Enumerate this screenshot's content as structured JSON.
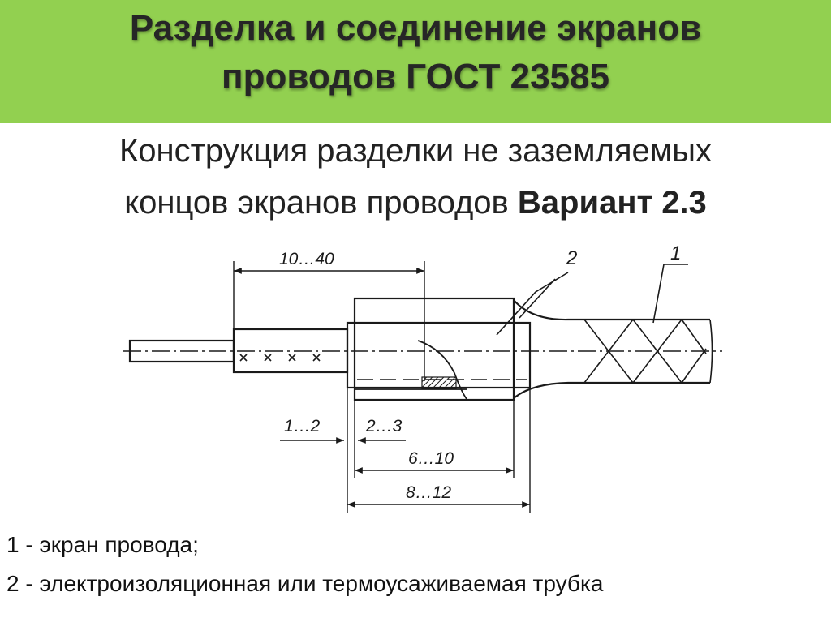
{
  "header": {
    "title_line1": "Разделка и соединение экранов",
    "title_line2": "проводов ГОСТ 23585",
    "background_color": "#92d050"
  },
  "subtitle": {
    "line1": "Конструкция разделки не заземляемых",
    "line2_text": "концов экранов проводов ",
    "line2_bold": "Вариант 2.3"
  },
  "drawing": {
    "callouts": [
      "2",
      "1"
    ],
    "dimensions": {
      "top": "10…40",
      "d1": "1…2",
      "d2": "2…3",
      "d3": "6…10",
      "d4": "8…12"
    }
  },
  "legend": [
    "1 - экран провода;",
    "2 - электроизоляционная или термоусаживаемая трубка"
  ]
}
